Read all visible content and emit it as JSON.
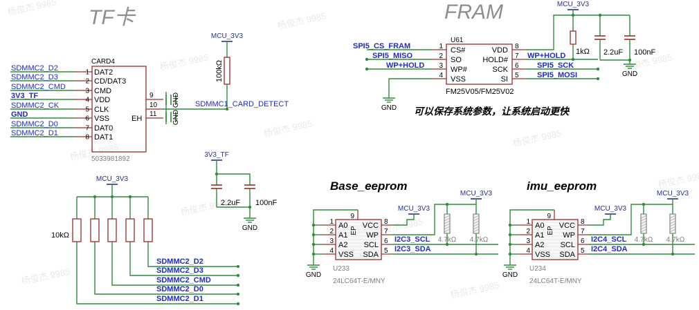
{
  "watermark": "杨俊杰 9985",
  "tf": {
    "title": "TF卡",
    "designator": "CARD4",
    "part": "5033981892",
    "left_pins": [
      {
        "num": "1",
        "name": "DAT2",
        "net": "SDMMC2_D2"
      },
      {
        "num": "2",
        "name": "CD/DAT3",
        "net": "SDMMC2_D3"
      },
      {
        "num": "3",
        "name": "CMD",
        "net": "SDMMC2_CMD"
      },
      {
        "num": "4",
        "name": "VDD",
        "net": "3V3_TF"
      },
      {
        "num": "5",
        "name": "CLK",
        "net": "SDMMC2_CK"
      },
      {
        "num": "6",
        "name": "VSS",
        "net": "GND"
      },
      {
        "num": "7",
        "name": "DAT0",
        "net": "SDMMC2_D0"
      },
      {
        "num": "8",
        "name": "DAT1",
        "net": "SDMMC2_D1"
      }
    ],
    "right_pins": [
      {
        "num": "9",
        "name": ""
      },
      {
        "num": "10",
        "name": "EH"
      },
      {
        "num": "11",
        "name": ""
      }
    ],
    "gnd_labels": [
      "GND",
      "GND"
    ],
    "detect_net": "SDMMC1_CARD_DETECT",
    "pullup_power": "MCU_3V3",
    "pullup_value": "100kΩ",
    "bypass_power": "3V3_TF",
    "bypass_caps": [
      "2.2uF",
      "100nF"
    ],
    "bypass_gnd": "GND",
    "bus_power": "MCU_3V3",
    "bus_value": "10kΩ",
    "bus_nets": [
      "SDMMC2_D2",
      "SDMMC2_D3",
      "SDMMC2_CMD",
      "SDMMC2_D0",
      "SDMMC2_D1"
    ]
  },
  "fram": {
    "title": "FRAM",
    "designator": "U61",
    "part": "FM25V05/FM25V02",
    "left_pins": [
      {
        "num": "1",
        "name": "CS#",
        "net": "SPI5_CS_FRAM"
      },
      {
        "num": "2",
        "name": "SO",
        "net": "SPI5_MISO"
      },
      {
        "num": "3",
        "name": "WP#",
        "net": "WP+HOLD"
      },
      {
        "num": "4",
        "name": "VSS",
        "net": ""
      }
    ],
    "right_pins": [
      {
        "num": "8",
        "name": "VDD",
        "net": ""
      },
      {
        "num": "7",
        "name": "HOLD#",
        "net": "WP+HOLD"
      },
      {
        "num": "6",
        "name": "SCK",
        "net": "SPI5_SCK"
      },
      {
        "num": "5",
        "name": "SI",
        "net": "SPI5_MOSI"
      }
    ],
    "power": "MCU_3V3",
    "res": "1kΩ",
    "caps": [
      "2.2uF",
      "100nF"
    ],
    "gnd": [
      "GND",
      "GND"
    ],
    "note": "可以保存系统参数，让系统启动更快"
  },
  "eeproms": [
    {
      "title": "Base_eeprom",
      "designator": "U233",
      "part": "24LC64T-E/MNY",
      "vcc": "MCU_3V3",
      "pullup_power": "MCU_3V3",
      "pullups": [
        "4.7kΩ",
        "4.7kΩ"
      ],
      "gnd": "GND",
      "left_pins": [
        {
          "num": "1",
          "name": "A0"
        },
        {
          "num": "2",
          "name": "A1"
        },
        {
          "num": "3",
          "name": "A2"
        },
        {
          "num": "4",
          "name": "VSS"
        }
      ],
      "right_pins": [
        {
          "num": "8",
          "name": "VCC",
          "net": ""
        },
        {
          "num": "7",
          "name": "WP",
          "net": ""
        },
        {
          "num": "6",
          "name": "SCL",
          "net": "I2C3_SCL"
        },
        {
          "num": "5",
          "name": "SDA",
          "net": "I2C3_SDA"
        }
      ],
      "ep": "9",
      "ep_name": "EP"
    },
    {
      "title": "imu_eeprom",
      "designator": "U234",
      "part": "24LC64T-E/MNY",
      "vcc": "MCU_3V3",
      "pullup_power": "MCU_3V3",
      "pullups": [
        "4.7kΩ",
        "4.7kΩ"
      ],
      "gnd": "GND",
      "left_pins": [
        {
          "num": "1",
          "name": "A0"
        },
        {
          "num": "2",
          "name": "A1"
        },
        {
          "num": "3",
          "name": "A2"
        },
        {
          "num": "4",
          "name": "VSS"
        }
      ],
      "right_pins": [
        {
          "num": "8",
          "name": "VCC",
          "net": ""
        },
        {
          "num": "7",
          "name": "WP",
          "net": ""
        },
        {
          "num": "6",
          "name": "SCL",
          "net": "I2C4_SCL"
        },
        {
          "num": "5",
          "name": "SDA",
          "net": "I2C4_SDA"
        }
      ],
      "ep": "9",
      "ep_name": "EP"
    }
  ],
  "colors": {
    "wire": "#2e8b3a",
    "net_text": "#1c2bd2",
    "power_text": "#2a2f86",
    "body": "#9a2a2a",
    "pin": "#9a2a2a",
    "pin_num": "#000000",
    "title": "#8e8e8e",
    "gray_part": "#7e7e7e",
    "watermark": "#e9e9e9"
  }
}
